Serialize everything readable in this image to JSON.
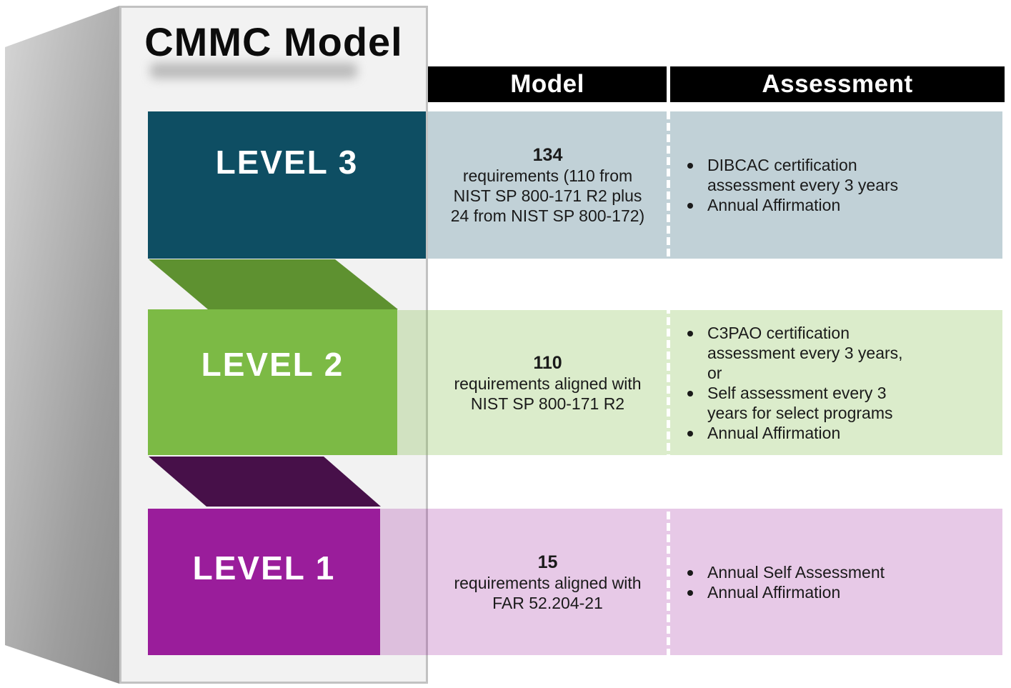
{
  "title": "CMMC Model",
  "table": {
    "headers": {
      "model": "Model",
      "assessment": "Assessment"
    },
    "rows": [
      {
        "level_label": "LEVEL 3",
        "model_number": "134",
        "model_text": "requirements (110 from NIST SP 800-171 R2 plus 24 from NIST SP 800-172)",
        "assessment_bullets": [
          "DIBCAC certification assessment every 3 years",
          "Annual Affirmation"
        ]
      },
      {
        "level_label": "LEVEL 2",
        "model_number": "110",
        "model_text": "requirements aligned with NIST SP 800-171 R2",
        "assessment_bullets": [
          "C3PAO certification assessment every 3 years, or",
          "Self assessment every 3 years for select programs",
          "Annual Affirmation"
        ]
      },
      {
        "level_label": "LEVEL 1",
        "model_number": "15",
        "model_text": "requirements aligned with FAR 52.204-21",
        "assessment_bullets": [
          "Annual Self Assessment",
          "Annual Affirmation"
        ]
      }
    ]
  },
  "colors": {
    "header_bg": "#000000",
    "level3_banner": "#0e4e63",
    "level2_banner": "#7cba45",
    "level1_banner": "#9a1d9b",
    "fold_green": "#5e9130",
    "fold_purple": "#471049",
    "level3_row_bg": "rgba(14,78,99,0.26)",
    "level2_row_bg": "rgba(124,186,69,0.28)",
    "level1_row_bg": "rgba(154,29,155,0.24)",
    "panel_bg": "#f2f2f2",
    "text": "#1a1a1a"
  }
}
